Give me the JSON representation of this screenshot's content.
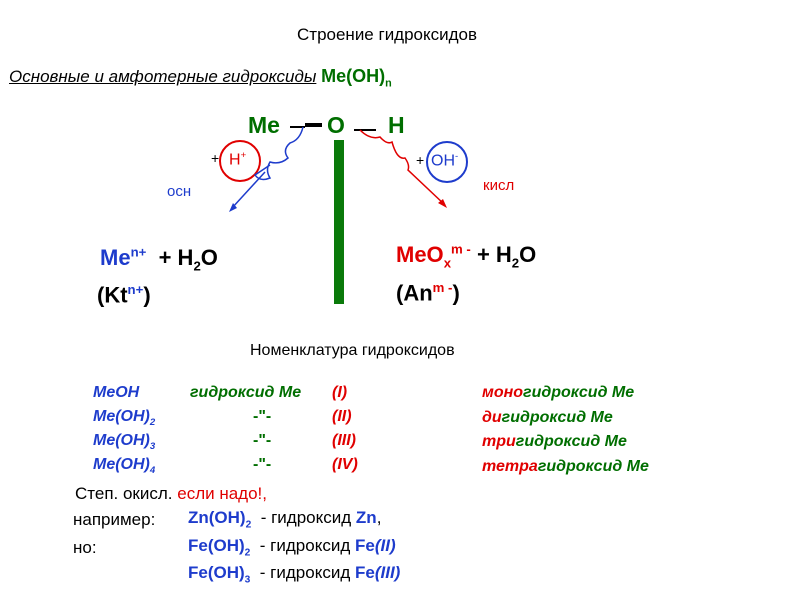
{
  "title": "Строение гидроксидов",
  "subtitle": {
    "text": "Основные и амфотерные гидроксиды",
    "formula": "Me(OH)",
    "sub": "n"
  },
  "structure": {
    "me": "Me",
    "o": "O",
    "h": "H",
    "h_ion": "H",
    "h_ion_sup": "+",
    "oh_ion": "OH",
    "oh_ion_sup": "-",
    "plus": "+",
    "label_base": "осн",
    "label_acid": "кисл"
  },
  "left_products": {
    "ion": "Me",
    "ion_sup": "n+",
    "water": "+ H",
    "water_sub": "2",
    "water_o": "O",
    "kt": "(Kt",
    "kt_sup": "n+",
    "kt_close": ")"
  },
  "right_products": {
    "ion": "MeO",
    "ion_sub": "x",
    "ion_sup": "m -",
    "water": "+ H",
    "water_sub": "2",
    "water_o": "O",
    "an": "(An",
    "an_sup": "m -",
    "an_close": ")"
  },
  "nomenclature_title": "Номенклатура гидроксидов",
  "table": [
    {
      "formula": "MeOH",
      "sub": "",
      "name": "гидроксид Me",
      "ox": "(I)"
    },
    {
      "formula": "Me(OH)",
      "sub": "2",
      "name": "-\"-",
      "ox": "(II)"
    },
    {
      "formula": "Me(OH)",
      "sub": "3",
      "name": "-\"-",
      "ox": "(III)"
    },
    {
      "formula": "Me(OH)",
      "sub": "4",
      "name": "-\"-",
      "ox": "(IV)"
    }
  ],
  "prefixes": [
    {
      "prefix": "моно",
      "rest": "гидроксид Me"
    },
    {
      "prefix": "ди",
      "rest": "гидроксид Me"
    },
    {
      "prefix": "три",
      "rest": "гидроксид Me"
    },
    {
      "prefix": "тетра",
      "rest": "гидроксид Me"
    }
  ],
  "note": {
    "text": "Степ. окисл.",
    "red": "если надо!,"
  },
  "examples": [
    {
      "label": "например:",
      "formula": "Zn(OH)",
      "sub": "2",
      "dash": "-  гидроксид",
      "el": "Zn",
      "ox": ",",
      "ox_it": ""
    },
    {
      "label": "но:",
      "formula": "Fe(OH)",
      "sub": "2",
      "dash": "-  гидроксид",
      "el": "Fe",
      "ox": "",
      "ox_it": "(II)"
    },
    {
      "label": "",
      "formula": "Fe(OH)",
      "sub": "3",
      "dash": "-  гидроксид",
      "el": "Fe",
      "ox": "",
      "ox_it": "(III)"
    }
  ]
}
